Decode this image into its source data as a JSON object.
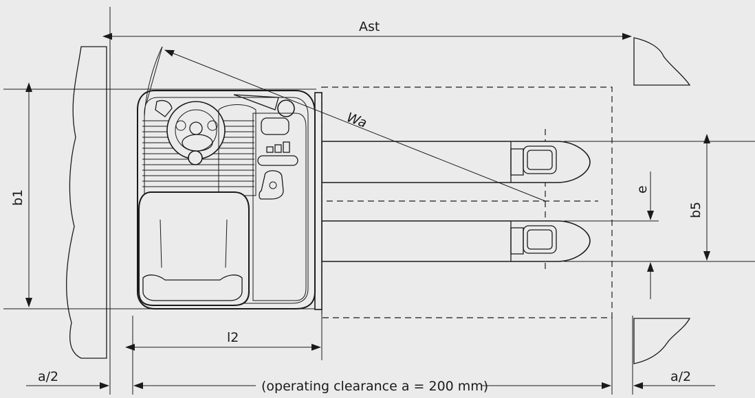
{
  "diagram": {
    "labels": {
      "ast": "Ast",
      "wa": "Wa",
      "b1": "b1",
      "b5": "b5",
      "e": "e",
      "l2": "l2",
      "a_half_left": "a/2",
      "a_half_right": "a/2",
      "operating_clearance": "(operating clearance a = 200 mm)"
    }
  }
}
